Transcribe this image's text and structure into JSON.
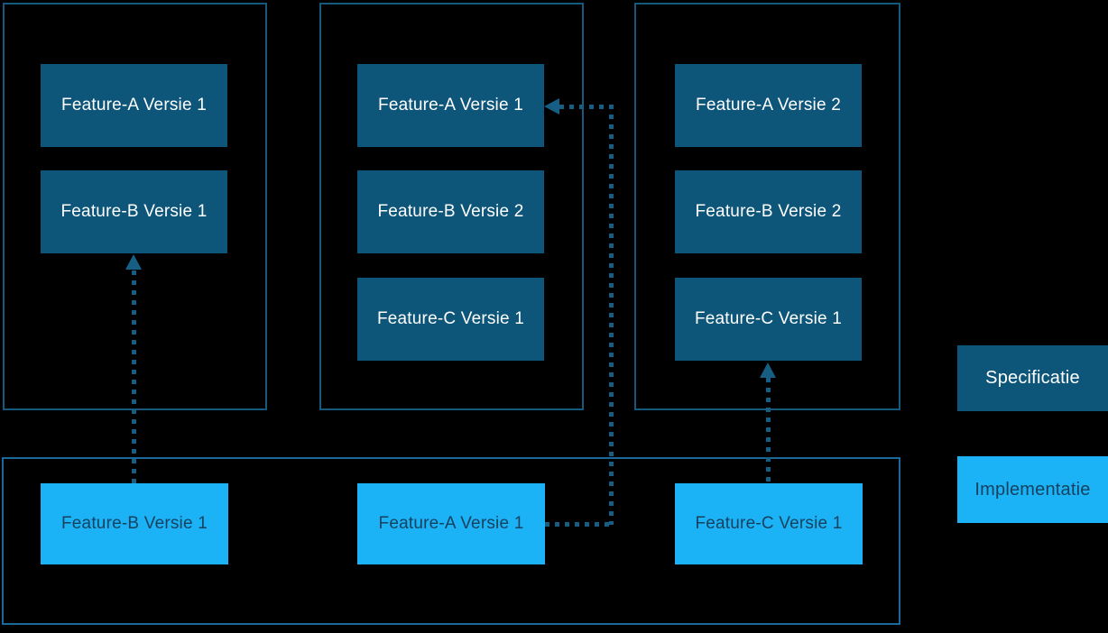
{
  "colors": {
    "background": "#000000",
    "specification_fill": "#0D567A",
    "implementation_fill": "#1BB2F6",
    "container_border": "#15597F",
    "implementation_container_border": "#1B699B",
    "connector": "#175E85",
    "specification_text": "#FFFFFF",
    "implementation_text": "#16425F"
  },
  "specification_containers": [
    {
      "boxes": [
        "Feature-A Versie 1",
        "Feature-B Versie 1"
      ]
    },
    {
      "boxes": [
        "Feature-A Versie 1",
        "Feature-B Versie 2",
        "Feature-C Versie 1"
      ]
    },
    {
      "boxes": [
        "Feature-A Versie 2",
        "Feature-B Versie 2",
        "Feature-C Versie 1"
      ]
    }
  ],
  "implementation_container": {
    "boxes": [
      "Feature-B Versie 1",
      "Feature-A Versie 1",
      "Feature-C Versie 1"
    ]
  },
  "legend": {
    "specification_label": "Specificatie",
    "implementation_label": "Implementatie"
  }
}
